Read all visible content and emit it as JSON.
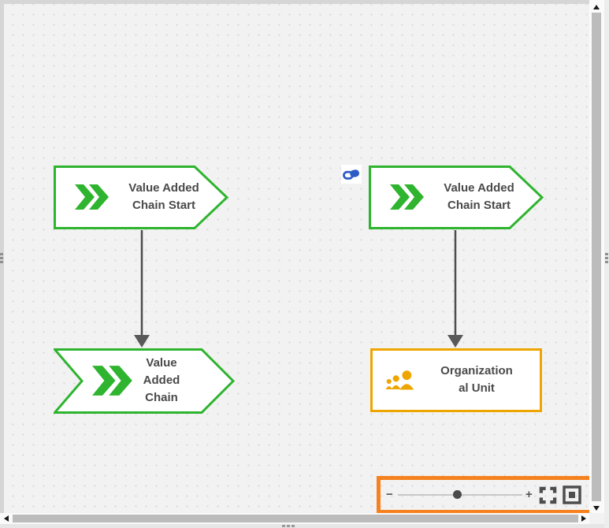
{
  "canvas": {
    "background_color": "#f2f2f2",
    "grid_style": "dotted",
    "nodes": [
      {
        "type": "value-added-chain-start",
        "shape": "pentagon-right",
        "label": "Value Added\nChain Start",
        "border_color": "#2eb42e",
        "icon": "double-chevron-icon"
      },
      {
        "type": "value-added-chain-start",
        "shape": "pentagon-right",
        "label": "Value Added\nChain Start",
        "border_color": "#2eb42e",
        "icon": "double-chevron-icon",
        "badge": "link-occurrence-icon",
        "badge_color": "#2e5cc5"
      },
      {
        "type": "value-added-chain",
        "shape": "chevron",
        "label": "Value\nAdded\nChain",
        "border_color": "#2eb42e",
        "icon": "double-chevron-icon"
      },
      {
        "type": "organizational-unit",
        "shape": "rectangle",
        "label": "Organization\nal Unit",
        "border_color": "#efa500",
        "icon": "people-icon"
      }
    ],
    "connections": [
      {
        "from": "value-added-chain-start-1",
        "to": "value-added-chain",
        "arrow": "down",
        "color": "#4d4d4d"
      },
      {
        "from": "value-added-chain-start-2",
        "to": "organizational-unit",
        "arrow": "down",
        "color": "#4d4d4d"
      }
    ]
  },
  "zoom_toolbar": {
    "highlight_color": "#f6821f",
    "zoom_out_label": "−",
    "zoom_in_label": "+",
    "slider_position": 0.47,
    "buttons": [
      "zoom-out",
      "zoom-slider",
      "zoom-in",
      "fullscreen",
      "fit-to-window"
    ]
  },
  "scrollbars": {
    "vertical_visible": true,
    "horizontal_visible": true
  }
}
